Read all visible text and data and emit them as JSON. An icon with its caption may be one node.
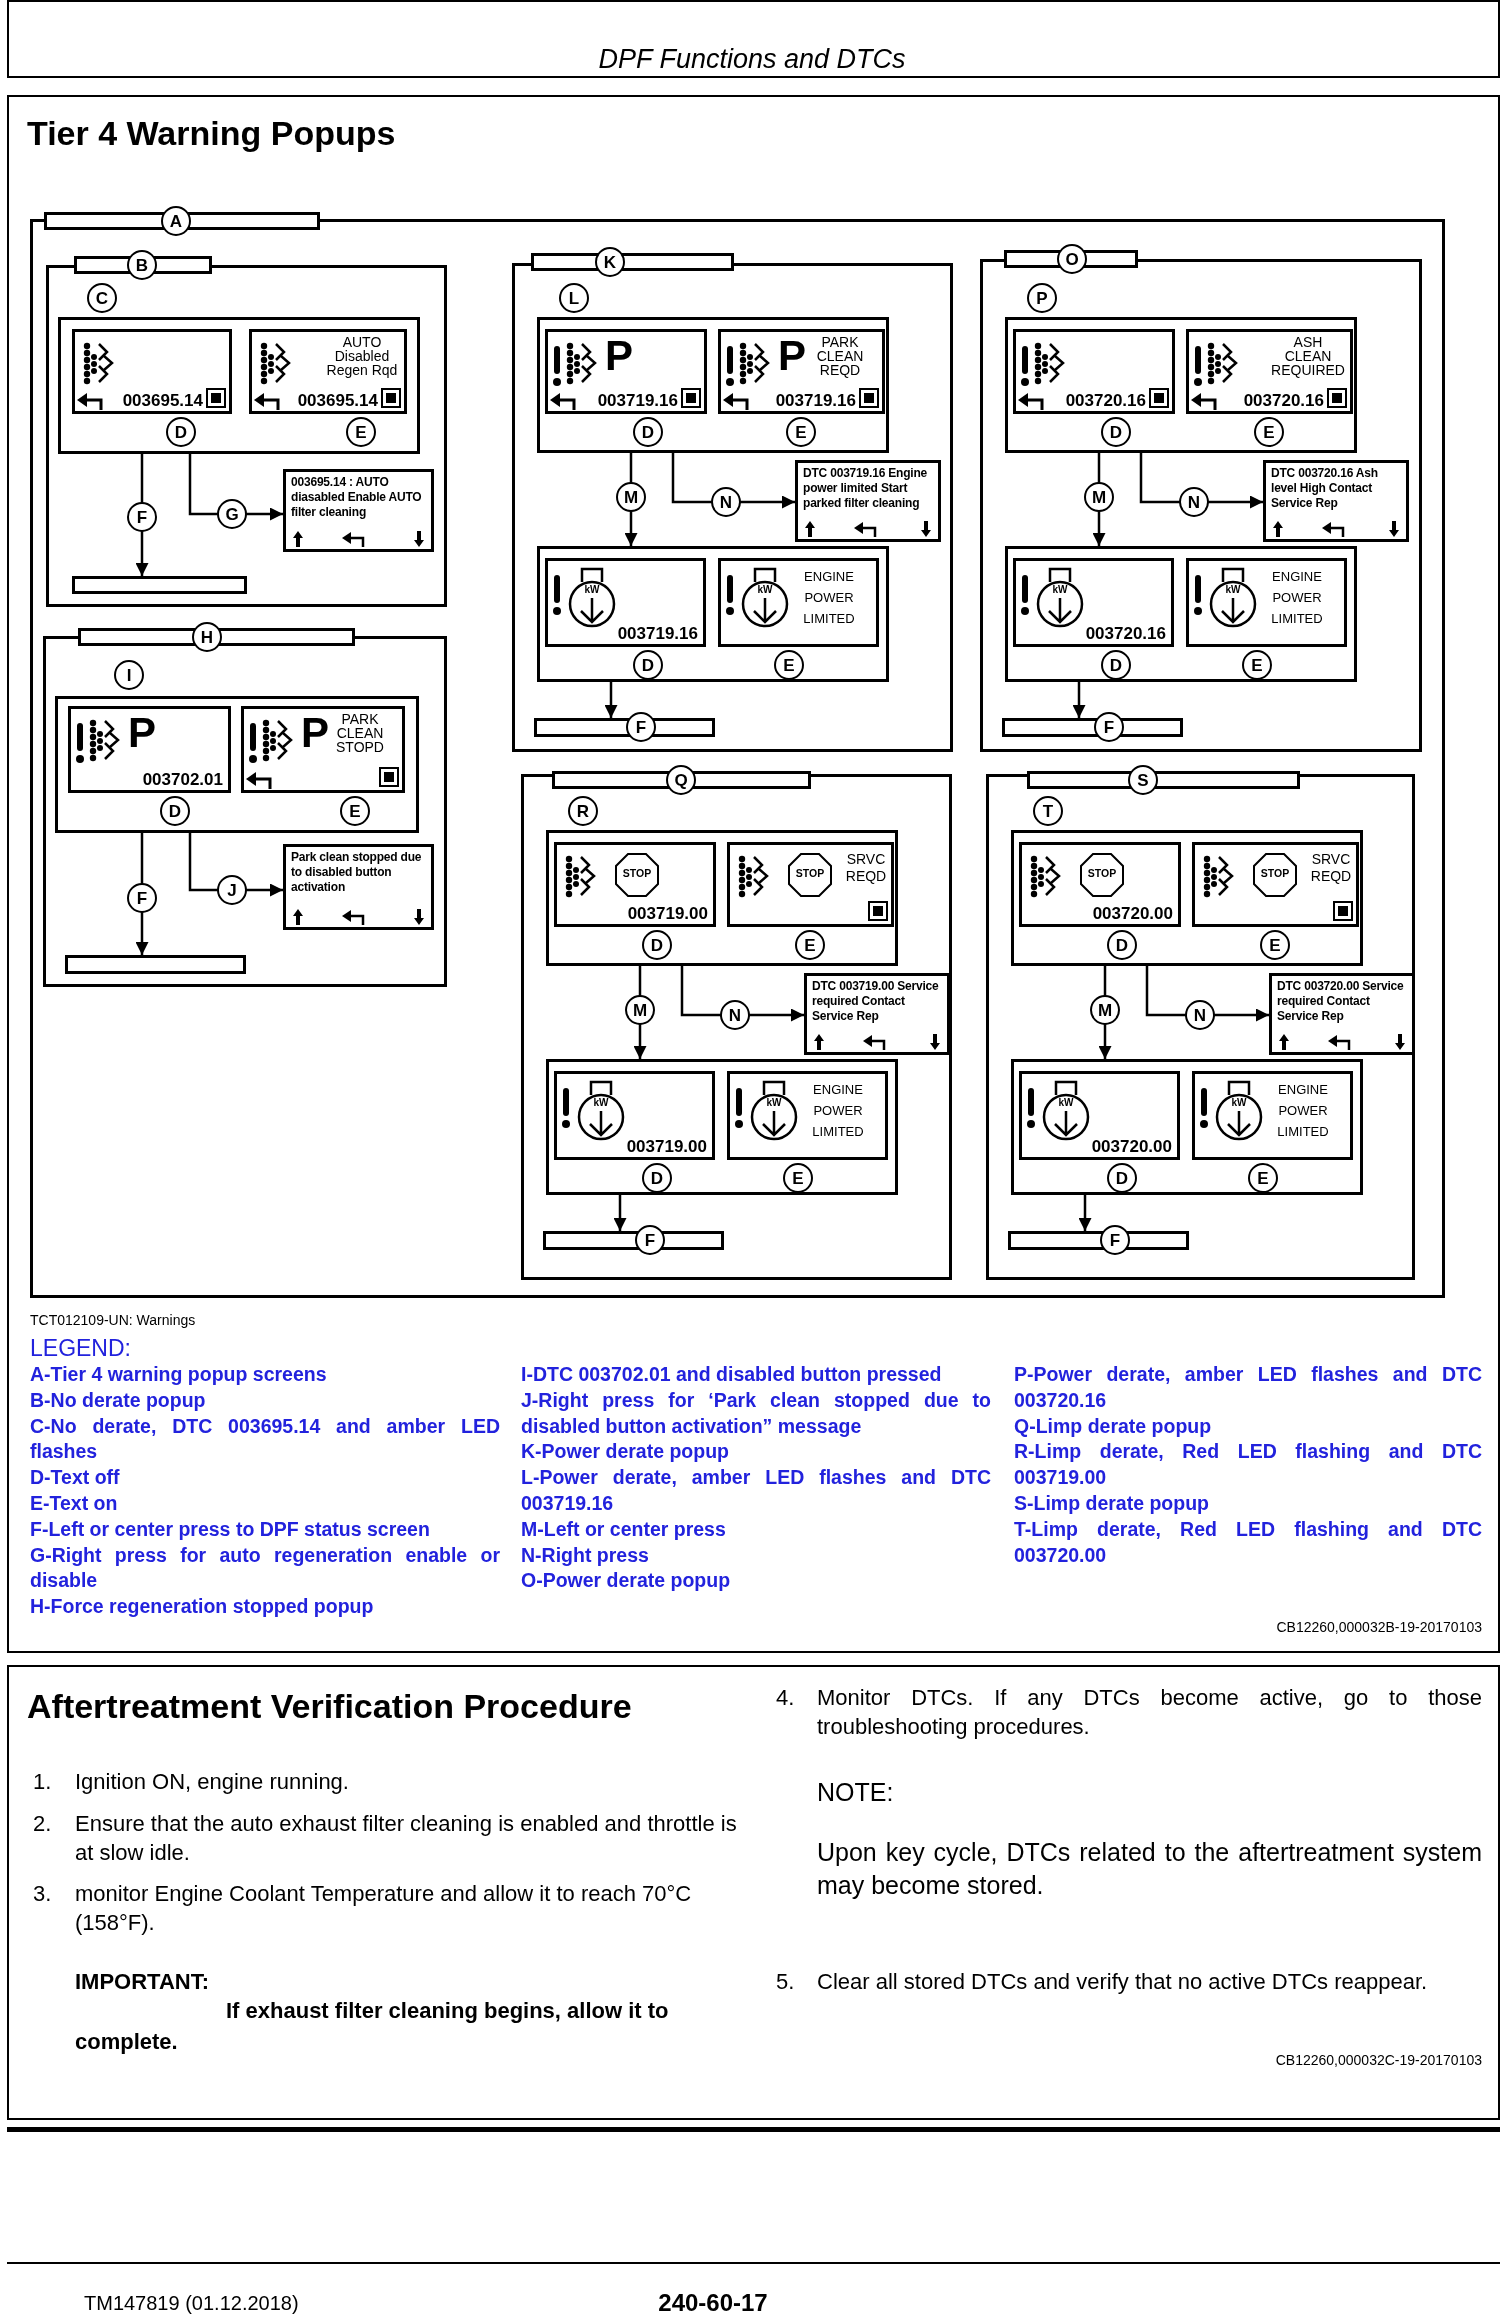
{
  "diagram": {
    "title": "Tier 4 Warning Popups",
    "nodes": [
      {
        "text": [
          "A"
        ]
      },
      {
        "text": [
          "B"
        ],
        "in": 0
      },
      {
        "text": [],
        "shape": "box",
        "in": 1,
        "beside": [
          "C"
        ]
      },
      {
        "text": [
          "003695.14"
        ],
        "in": 2,
        "beside": [
          "D"
        ]
      },
      {
        "text": [
          "AUTO Disabled Regen Rqd",
          "003695.14"
        ],
        "in": 2,
        "beside": [
          "E"
        ]
      },
      {
        "text": [
          "003695.14 : AUTO diasabled Enable AUTO filter cleaning"
        ],
        "in": 1
      },
      {
        "text": [],
        "shape": "bar",
        "in": 1
      },
      {
        "text": [
          "H"
        ],
        "in": 0
      },
      {
        "text": [],
        "shape": "box",
        "in": 7,
        "beside": [
          "I"
        ]
      },
      {
        "text": [
          "P",
          "003702.01"
        ],
        "in": 8,
        "beside": [
          "D"
        ]
      },
      {
        "text": [
          "P",
          "PARK CLEAN STOPD"
        ],
        "in": 8,
        "beside": [
          "E"
        ]
      },
      {
        "text": [
          "Park clean stopped due to disabled button activation"
        ],
        "in": 7
      },
      {
        "text": [],
        "shape": "bar",
        "in": 7
      },
      {
        "text": [
          "K"
        ],
        "in": 0
      },
      {
        "text": [],
        "shape": "box",
        "in": 13,
        "beside": [
          "L"
        ]
      },
      {
        "text": [
          "P",
          "003719.16"
        ],
        "in": 14,
        "beside": [
          "D"
        ]
      },
      {
        "text": [
          "P",
          "PARK CLEAN REQD",
          "003719.16"
        ],
        "in": 14,
        "beside": [
          "E"
        ]
      },
      {
        "text": [
          "DTC 003719.16 Engine power limited Start parked filter cleaning"
        ],
        "in": 13
      },
      {
        "text": [],
        "shape": "box",
        "in": 13
      },
      {
        "text": [
          "kW",
          "003719.16"
        ],
        "in": 18,
        "beside": [
          "D"
        ]
      },
      {
        "text": [
          "kW",
          "ENGINE POWER LIMITED"
        ],
        "in": 18,
        "beside": [
          "E"
        ]
      },
      {
        "text": [
          "F"
        ],
        "in": 13
      },
      {
        "text": [
          "O"
        ],
        "in": 0
      },
      {
        "text": [],
        "shape": "box",
        "in": 22,
        "beside": [
          "P"
        ]
      },
      {
        "text": [
          "003720.16"
        ],
        "in": 23,
        "beside": [
          "D"
        ]
      },
      {
        "text": [
          "ASH CLEAN REQUIRED",
          "003720.16"
        ],
        "in": 23,
        "beside": [
          "E"
        ]
      },
      {
        "text": [
          "DTC 003720.16 Ash level High Contact Service Rep"
        ],
        "in": 22
      },
      {
        "text": [],
        "shape": "box",
        "in": 22
      },
      {
        "text": [
          "kW",
          "003720.16"
        ],
        "in": 27,
        "beside": [
          "D"
        ]
      },
      {
        "text": [
          "kW",
          "ENGINE POWER LIMITED"
        ],
        "in": 27,
        "beside": [
          "E"
        ]
      },
      {
        "text": [
          "F"
        ],
        "in": 22
      },
      {
        "text": [
          "Q"
        ],
        "in": 0
      },
      {
        "text": [],
        "shape": "box",
        "in": 31,
        "beside": [
          "R"
        ]
      },
      {
        "text": [
          "STOP",
          "003719.00"
        ],
        "in": 32,
        "beside": [
          "D"
        ]
      },
      {
        "text": [
          "STOP",
          "SRVC REQD"
        ],
        "in": 32,
        "beside": [
          "E"
        ]
      },
      {
        "text": [
          "DTC 003719.00 Service required Contact Service Rep"
        ],
        "in": 31
      },
      {
        "text": [],
        "shape": "box",
        "in": 31
      },
      {
        "text": [
          "kW",
          "003719.00"
        ],
        "in": 36,
        "beside": [
          "D"
        ]
      },
      {
        "text": [
          "kW",
          "ENGINE POWER LIMITED"
        ],
        "in": 36,
        "beside": [
          "E"
        ]
      },
      {
        "text": [
          "F"
        ],
        "in": 31
      },
      {
        "text": [
          "S"
        ],
        "in": 0
      },
      {
        "text": [],
        "shape": "box",
        "in": 40,
        "beside": [
          "T"
        ]
      },
      {
        "text": [
          "STOP",
          "003720.00"
        ],
        "in": 41,
        "beside": [
          "D"
        ]
      },
      {
        "text": [
          "STOP",
          "SRVC REQD"
        ],
        "in": 41,
        "beside": [
          "E"
        ]
      },
      {
        "text": [
          "DTC 003720.00 Service required Contact Service Rep"
        ],
        "in": 40
      },
      {
        "text": [],
        "shape": "box",
        "in": 40
      },
      {
        "text": [
          "kW",
          "003720.00"
        ],
        "in": 45,
        "beside": [
          "D"
        ]
      },
      {
        "text": [
          "kW",
          "ENGINE POWER LIMITED"
        ],
        "in": 45,
        "beside": [
          "E"
        ]
      },
      {
        "text": [
          "F"
        ],
        "in": 40
      }
    ],
    "edges": [
      {
        "from": 2,
        "to": 6,
        "arrow": "to",
        "label": "F"
      },
      {
        "from": 2,
        "to": 5,
        "arrow": "to",
        "label": "G"
      },
      {
        "from": 8,
        "to": 12,
        "arrow": "to",
        "label": "F"
      },
      {
        "from": 8,
        "to": 11,
        "arrow": "to",
        "label": "J"
      },
      {
        "from": 14,
        "to": 18,
        "arrow": "to",
        "label": "M"
      },
      {
        "from": 14,
        "to": 17,
        "arrow": "to",
        "label": "N"
      },
      {
        "from": 18,
        "to": 21,
        "arrow": "to"
      },
      {
        "from": 23,
        "to": 27,
        "arrow": "to",
        "label": "M"
      },
      {
        "from": 23,
        "to": 26,
        "arrow": "to",
        "label": "N"
      },
      {
        "from": 27,
        "to": 30,
        "arrow": "to"
      },
      {
        "from": 32,
        "to": 36,
        "arrow": "to",
        "label": "M"
      },
      {
        "from": 32,
        "to": 35,
        "arrow": "to",
        "label": "N"
      },
      {
        "from": 36,
        "to": 39,
        "arrow": "to"
      },
      {
        "from": 41,
        "to": 45,
        "arrow": "to",
        "label": "M"
      },
      {
        "from": 41,
        "to": 44,
        "arrow": "to",
        "label": "N"
      },
      {
        "from": 45,
        "to": 48,
        "arrow": "to"
      }
    ],
    "labels": [
      "DPF Functions and DTCs",
      "TCT012109-UN: Warnings",
      "LEGEND:",
      "A-Tier 4 warning popup screens",
      "B-No derate popup",
      "C-No derate, DTC 003695.14 and amber LED flashes",
      "D-Text off",
      "E-Text on",
      "F-Left or center press to DPF status screen",
      "G-Right press for auto regeneration enable or disable",
      "H-Force regeneration stopped popup",
      "I-DTC 003702.01 and disabled button pressed",
      "J-Right press for ‘Park clean stopped due to disabled button activation” message",
      "K-Power derate popup",
      "L-Power derate, amber LED flashes and DTC 003719.16",
      "M-Left or center press",
      "N-Right press",
      "O-Power derate popup",
      "P-Power derate, amber LED flashes and DTC 003720.16",
      "Q-Limp derate popup",
      "R-Limp derate, Red LED flashing and DTC 003719.00",
      "S-Limp derate popup",
      "T-Limp derate, Red LED flashing and DTC 003720.00",
      "CB12260,000032B-19-20170103",
      "Aftertreatment Verification Procedure",
      "1.",
      "Ignition ON, engine running.",
      "2.",
      "Ensure that the auto exhaust filter cleaning is enabled and throttle is at slow idle.",
      "3.",
      "monitor Engine Coolant Temperature and allow it to reach 70°C (158°F).",
      "IMPORTANT:",
      "If exhaust filter cleaning begins, allow it to complete.",
      "4.",
      "Monitor DTCs. If any DTCs become active, go to those troubleshooting procedures.",
      "NOTE:",
      "Upon key cycle, DTCs related to the aftertreatment system may become stored.",
      "5.",
      "Clear all stored DTCs and verify that no active DTCs reappear.",
      "CB12260,000032C-19-20170103",
      "TM147819 (01.12.2018)",
      "240-60-17"
    ]
  }
}
